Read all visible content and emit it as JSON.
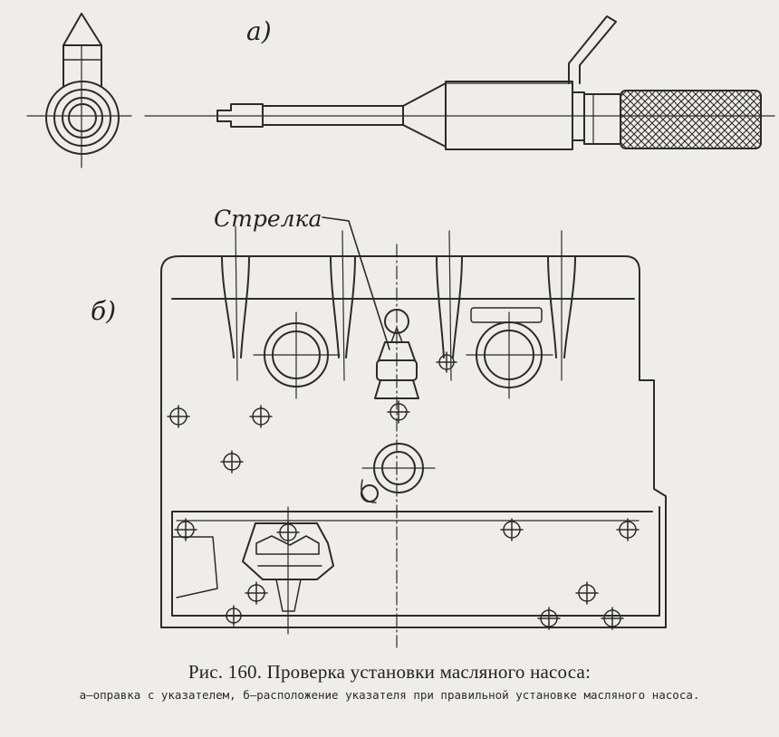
{
  "labels": {
    "part_a": "а)",
    "part_b": "б)",
    "arrow_label": "Стрелка"
  },
  "caption": {
    "title": "Рис. 160. Проверка установки масляного насоса:",
    "text": "а—оправка с указателем, б—расположение указателя при правильной установке масляного насоса."
  },
  "colors": {
    "line": "#2b2b2b",
    "background": "#eeedea"
  }
}
